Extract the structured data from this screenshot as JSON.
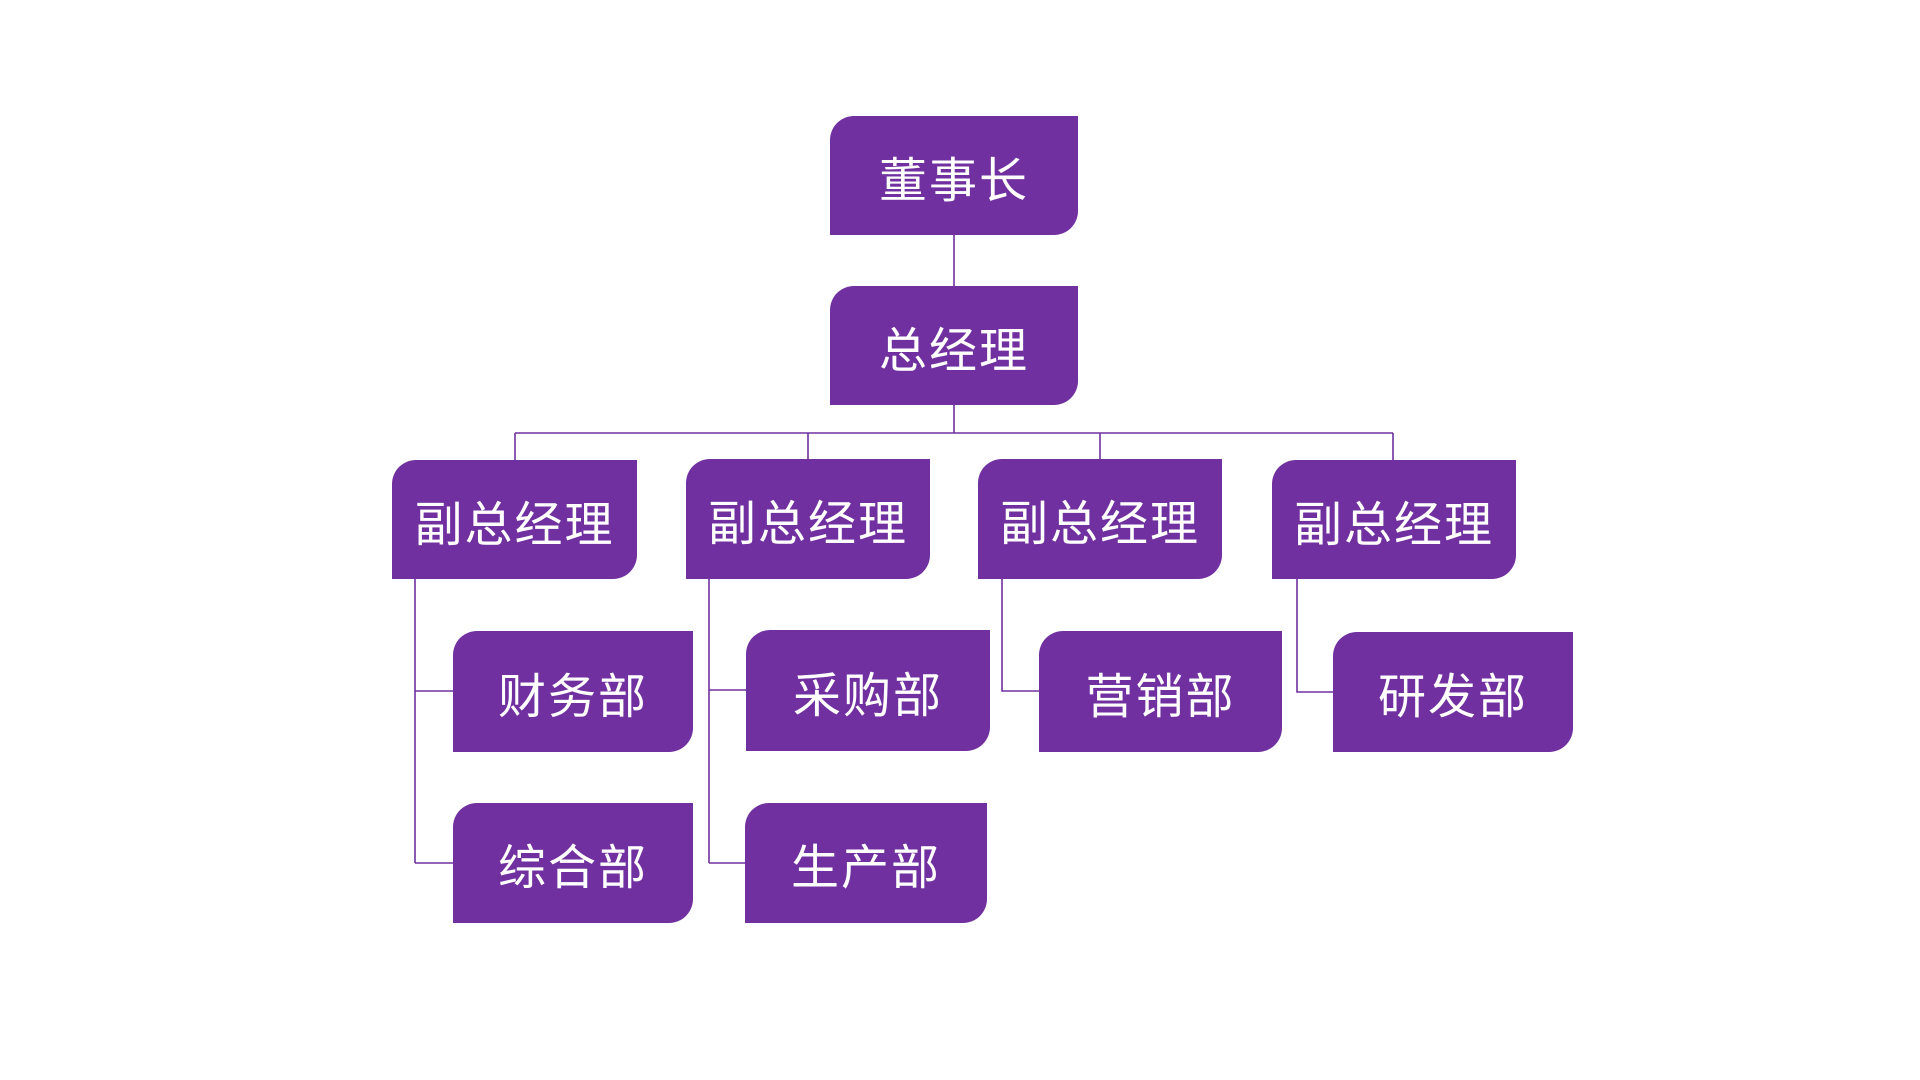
{
  "diagram": {
    "type": "org-chart",
    "background": "#FFFFFF",
    "colors": {
      "node_fill": "#7030A0",
      "node_text": "#FFFFFF",
      "connector": "#7030A0"
    },
    "nodes": [
      {
        "id": "chairman",
        "label": "董事长",
        "level": 1,
        "parent": null
      },
      {
        "id": "gm",
        "label": "总经理",
        "level": 2,
        "parent": "chairman"
      },
      {
        "id": "vgm1",
        "label": "副总经理",
        "level": 3,
        "parent": "gm"
      },
      {
        "id": "vgm2",
        "label": "副总经理",
        "level": 3,
        "parent": "gm"
      },
      {
        "id": "vgm3",
        "label": "副总经理",
        "level": 3,
        "parent": "gm"
      },
      {
        "id": "vgm4",
        "label": "副总经理",
        "level": 3,
        "parent": "gm"
      },
      {
        "id": "finance",
        "label": "财务部",
        "level": 4,
        "parent": "vgm1"
      },
      {
        "id": "procurement",
        "label": "采购部",
        "level": 4,
        "parent": "vgm2"
      },
      {
        "id": "marketing",
        "label": "营销部",
        "level": 4,
        "parent": "vgm3"
      },
      {
        "id": "rd",
        "label": "研发部",
        "level": 4,
        "parent": "vgm4"
      },
      {
        "id": "general",
        "label": "综合部",
        "level": 4,
        "parent": "vgm1"
      },
      {
        "id": "production",
        "label": "生产部",
        "level": 4,
        "parent": "vgm2"
      }
    ]
  }
}
